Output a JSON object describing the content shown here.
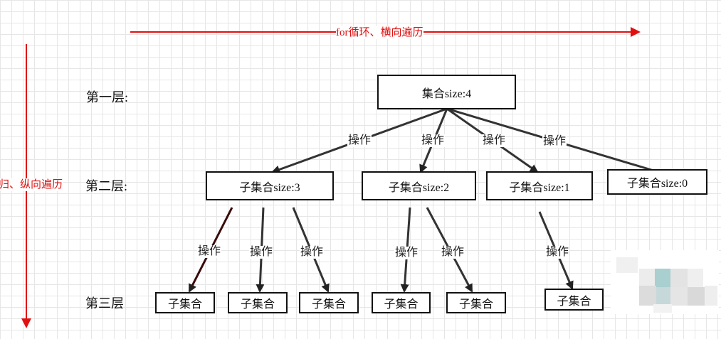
{
  "top_arrow_label": "for循环、横向遍历",
  "side_arrow_label": "归、纵向遍历",
  "layers": {
    "first": "第一层:",
    "second": "第二层:",
    "third": "第三层"
  },
  "root": "集合size:4",
  "level2": [
    "子集合size:3",
    "子集合size:2",
    "子集合size:1",
    "子集合size:0"
  ],
  "leaf": "子集合",
  "op": "操作",
  "colors": {
    "red": "#e01010",
    "line": "#333333"
  }
}
